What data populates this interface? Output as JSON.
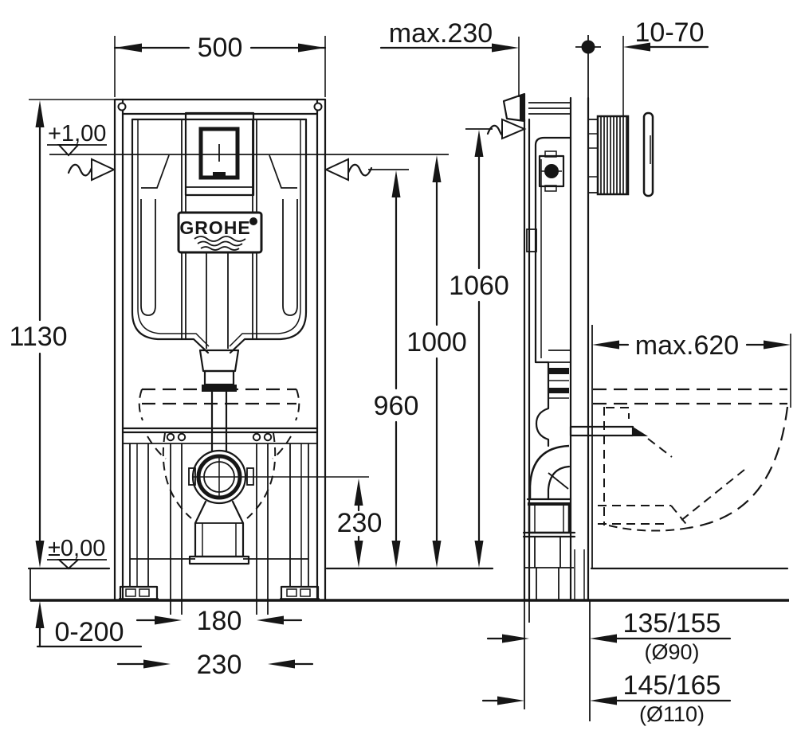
{
  "colors": {
    "ink": "#161616",
    "background": "#ffffff"
  },
  "logo": {
    "brand": "GROHE"
  },
  "labels": {
    "width": "500",
    "max_depth": "max.230",
    "wall_finish_range": "10-70",
    "level_top": "+1,00",
    "frame_height": "1130",
    "height_1060": "1060",
    "height_1000": "1000",
    "height_960": "960",
    "outlet_height": "230",
    "max_side_depth": "max.620",
    "level_floor": "±0,00",
    "floor_buildup": "0-200",
    "stud_spacing": "180",
    "drain_offset": "230",
    "drain_90": "135/155",
    "drain_90_dia": "(Ø90)",
    "drain_110": "145/165",
    "drain_110_dia": "(Ø110)"
  }
}
